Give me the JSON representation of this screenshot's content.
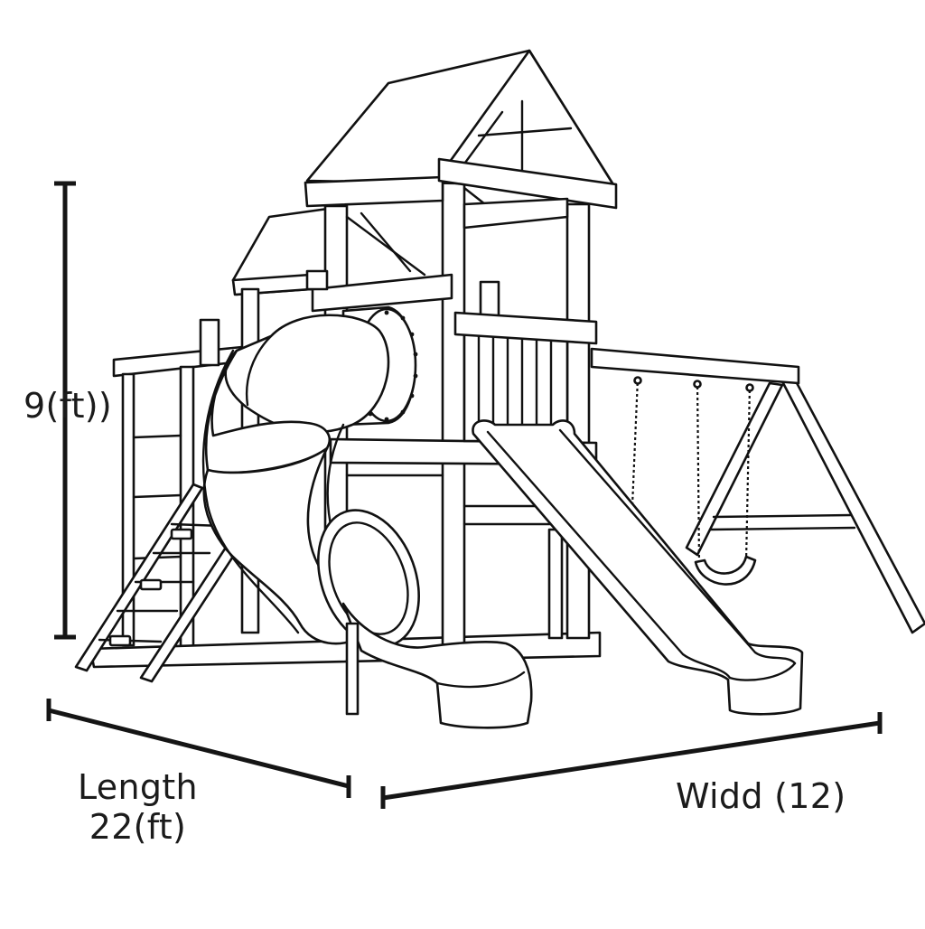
{
  "dimensions": {
    "height": {
      "text": "9(ft))"
    },
    "length": {
      "line1": "Length",
      "line2": "22(ft)"
    },
    "width": {
      "text": "Widd (12)"
    }
  },
  "colors": {
    "ink": "#111111",
    "background": "#ffffff"
  },
  "icons": [
    "playset-drawing",
    "tube-slide",
    "wave-slide",
    "swing-set",
    "ladder"
  ]
}
